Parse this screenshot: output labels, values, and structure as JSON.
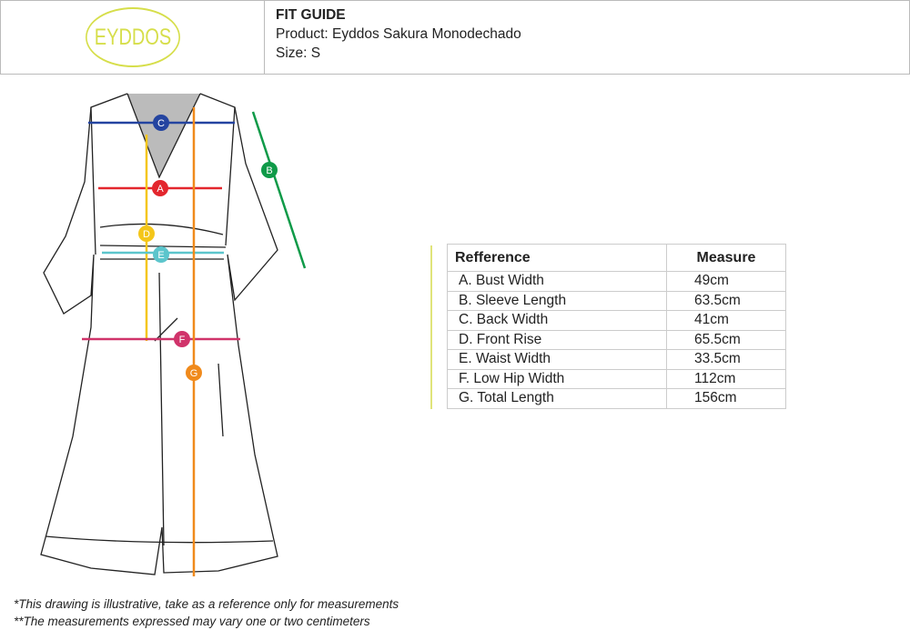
{
  "header": {
    "logo_text": "EYDDOS",
    "title": "FIT GUIDE",
    "product": "Product: Eyddos Sakura Monodechado",
    "size": "Size: S"
  },
  "markers": [
    {
      "letter": "A",
      "color": "#e3262d"
    },
    {
      "letter": "B",
      "color": "#0f9a48"
    },
    {
      "letter": "C",
      "color": "#2444a0"
    },
    {
      "letter": "D",
      "color": "#f4c61a"
    },
    {
      "letter": "E",
      "color": "#5cc5cc"
    },
    {
      "letter": "F",
      "color": "#d0336a"
    },
    {
      "letter": "G",
      "color": "#f08a1c"
    }
  ],
  "table": {
    "headers": [
      "Refference",
      "Measure"
    ],
    "rows": [
      [
        "A.  Bust Width",
        "49cm"
      ],
      [
        "B.  Sleeve Length",
        "63.5cm"
      ],
      [
        "C.  Back Width",
        "41cm"
      ],
      [
        "D.  Front Rise",
        "65.5cm"
      ],
      [
        "E.  Waist Width",
        "33.5cm"
      ],
      [
        "F.   Low Hip Width",
        "112cm"
      ],
      [
        "G.  Total Length",
        "156cm"
      ]
    ]
  },
  "notes": [
    "*This drawing is illustrative, take as a reference only for measurements",
    "**The measurements expressed may vary one or two centimeters"
  ]
}
